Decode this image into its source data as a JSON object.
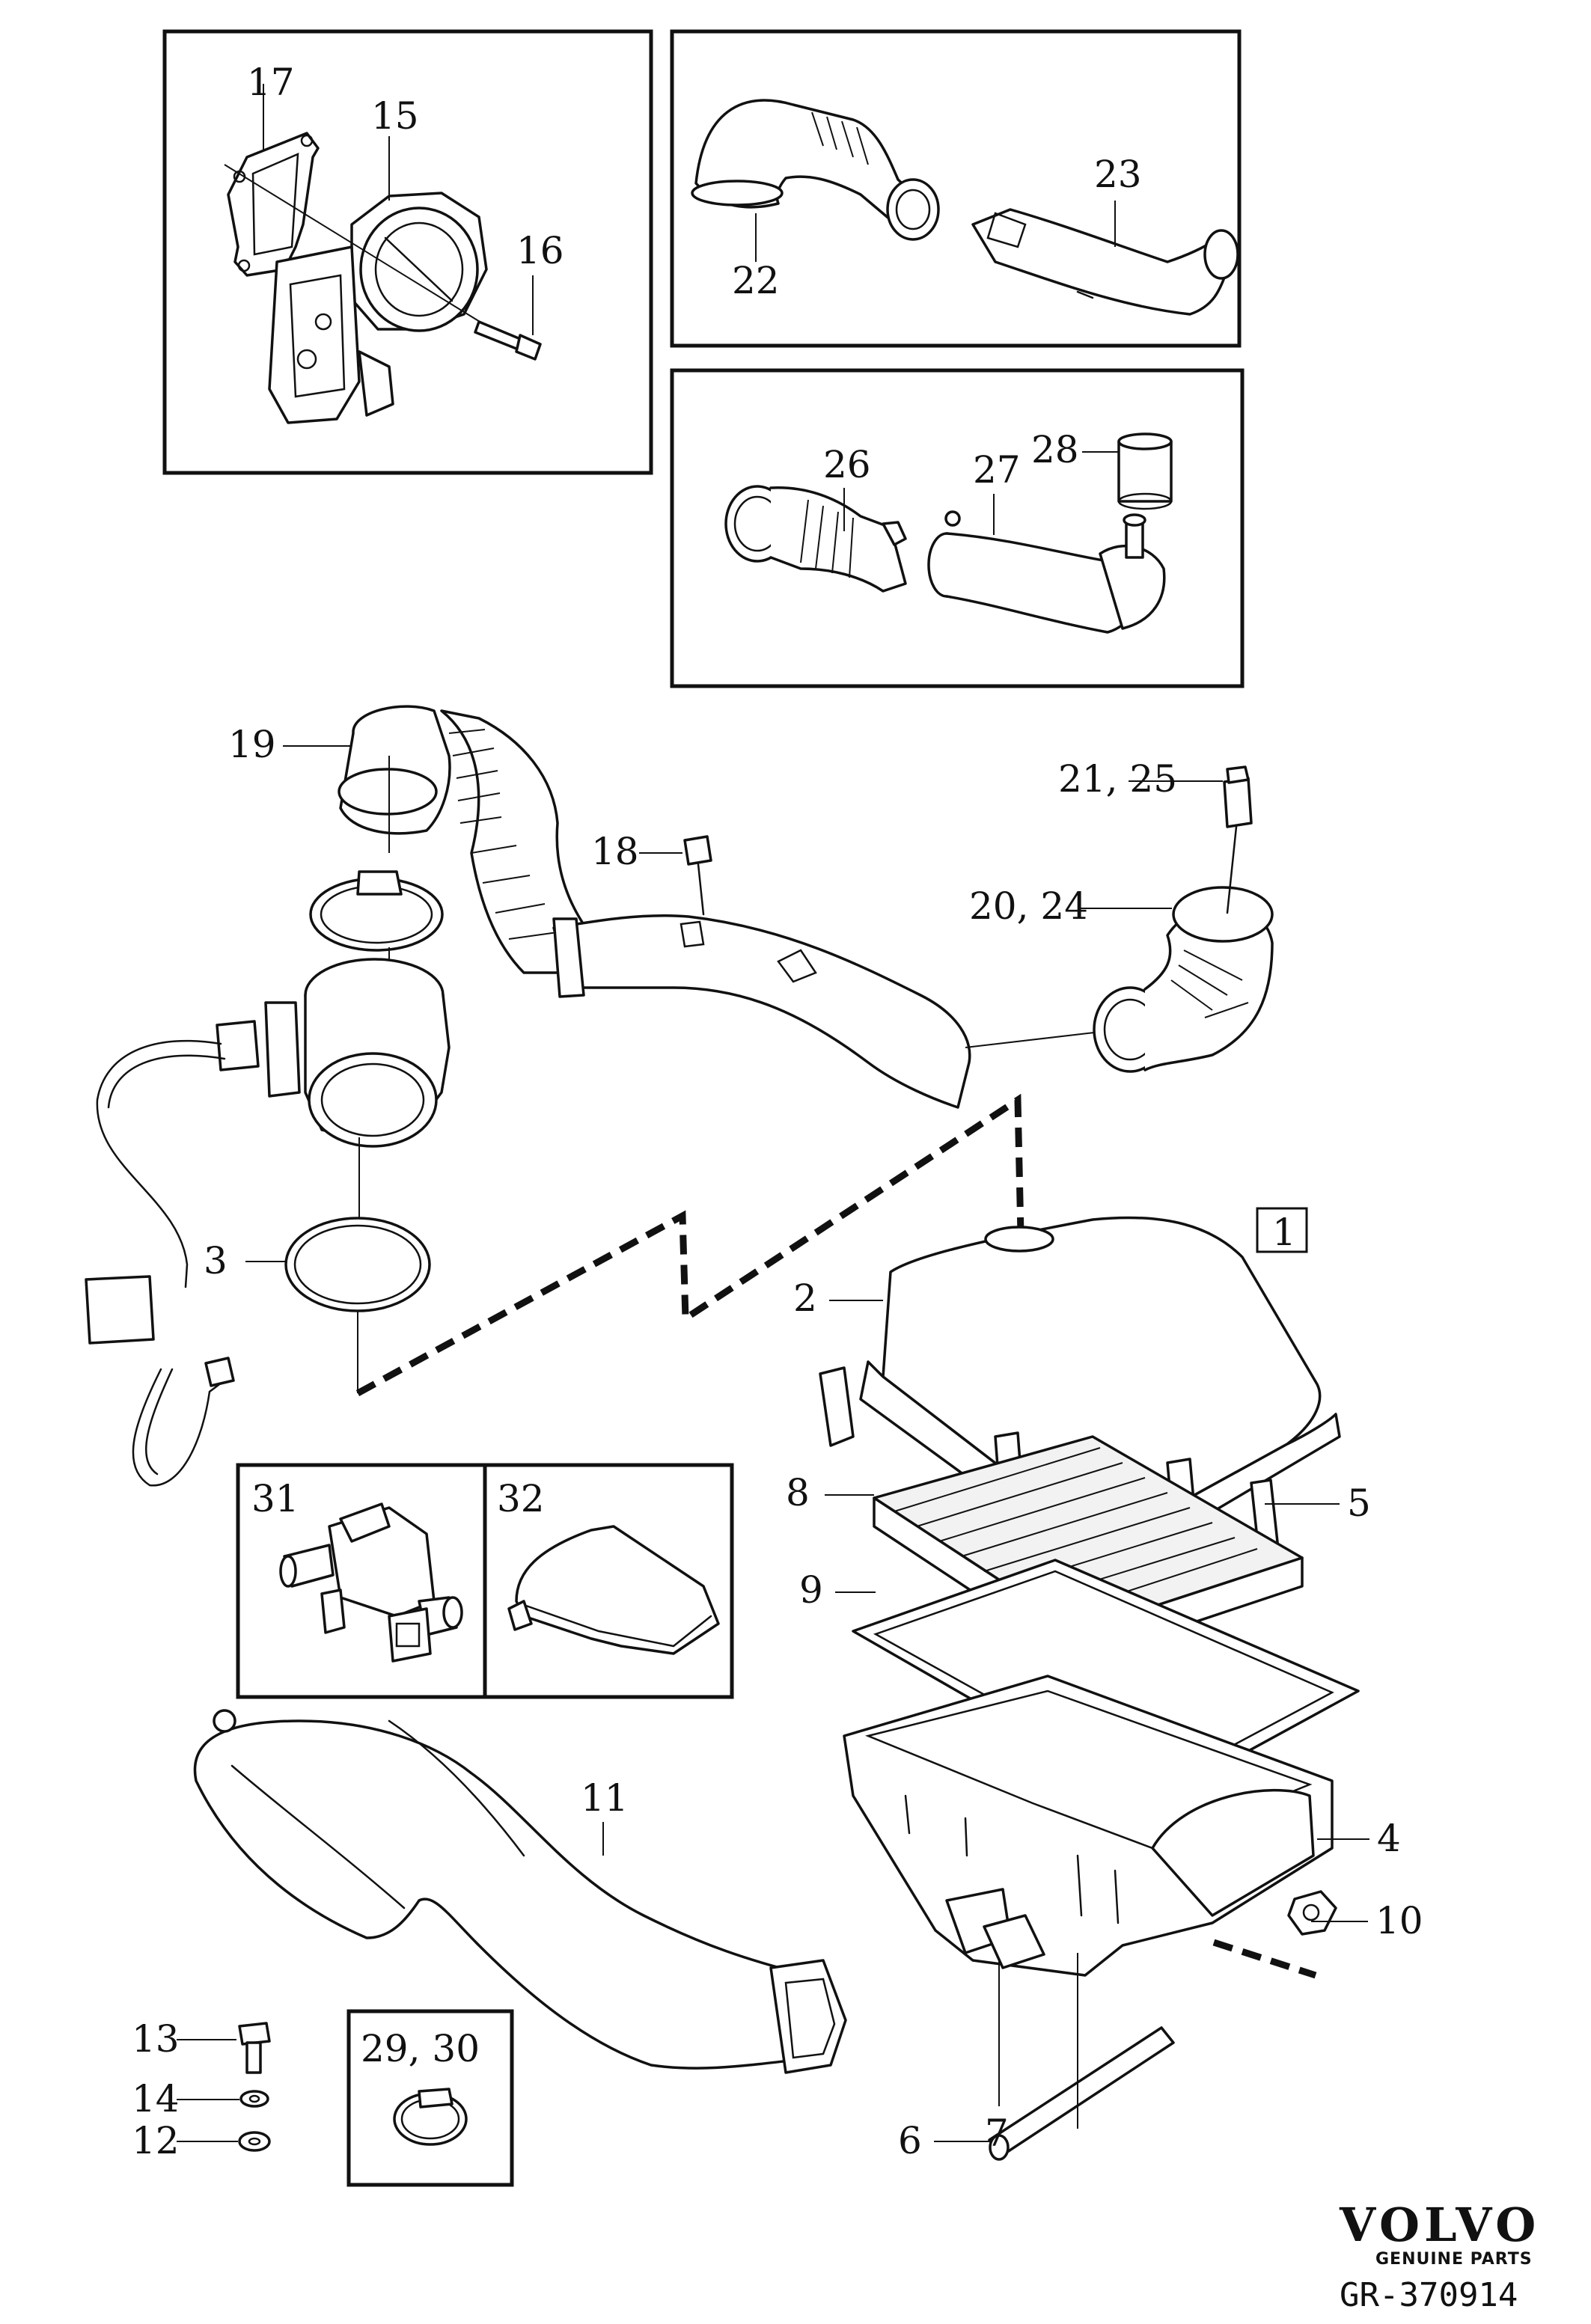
{
  "figure": {
    "reference": "GR-370914",
    "brand": {
      "name": "VOLVO",
      "tagline": "GENUINE PARTS"
    }
  },
  "callouts": {
    "c1": "1",
    "c2": "2",
    "c3": "3",
    "c4": "4",
    "c5": "5",
    "c6": "6",
    "c7": "7",
    "c8": "8",
    "c9": "9",
    "c10": "10",
    "c11": "11",
    "c12": "12",
    "c13": "13",
    "c14": "14",
    "c15": "15",
    "c16": "16",
    "c17": "17",
    "c18": "18",
    "c19": "19",
    "c20_24": "20, 24",
    "c21_25": "21, 25",
    "c22": "22",
    "c23": "23",
    "c26": "26",
    "c27": "27",
    "c28": "28",
    "c29_30": "29, 30",
    "c31": "31",
    "c32": "32"
  }
}
